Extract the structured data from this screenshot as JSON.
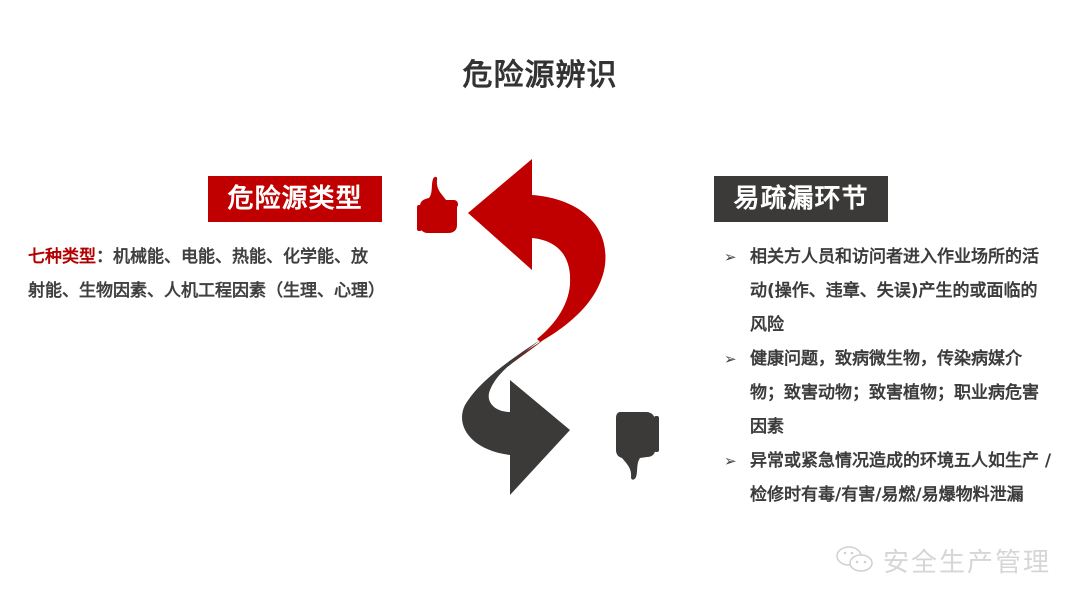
{
  "slide": {
    "title": "危险源辨识",
    "left": {
      "tag": "危险源类型",
      "label": "七种类型",
      "colon": "：",
      "text": "机械能、电能、热能、化学能、放射能、生物因素、人机工程因素（生理、心理）"
    },
    "right": {
      "tag": "易疏漏环节",
      "bullet": "➢",
      "items": [
        "相关方人员和访问者进入作业场所的活动(操作、违章、失误)产生的或面临的风险",
        "健康问题，致病微生物，传染病媒介物；致害动物；致害植物；职业病危害因素",
        "异常或紧急情况造成的环境五人如生产 / 检修时有毒/有害/易燃/易爆物料泄漏"
      ]
    },
    "icons": {
      "thumb_up": "thumbs-up-icon",
      "thumb_down": "thumbs-down-icon",
      "arrow_up": "curved-arrow-left-icon",
      "arrow_down": "curved-arrow-right-icon"
    },
    "colors": {
      "accent_red": "#c00000",
      "dark_gray": "#3b3a38"
    },
    "watermark": "安全生产管理"
  }
}
